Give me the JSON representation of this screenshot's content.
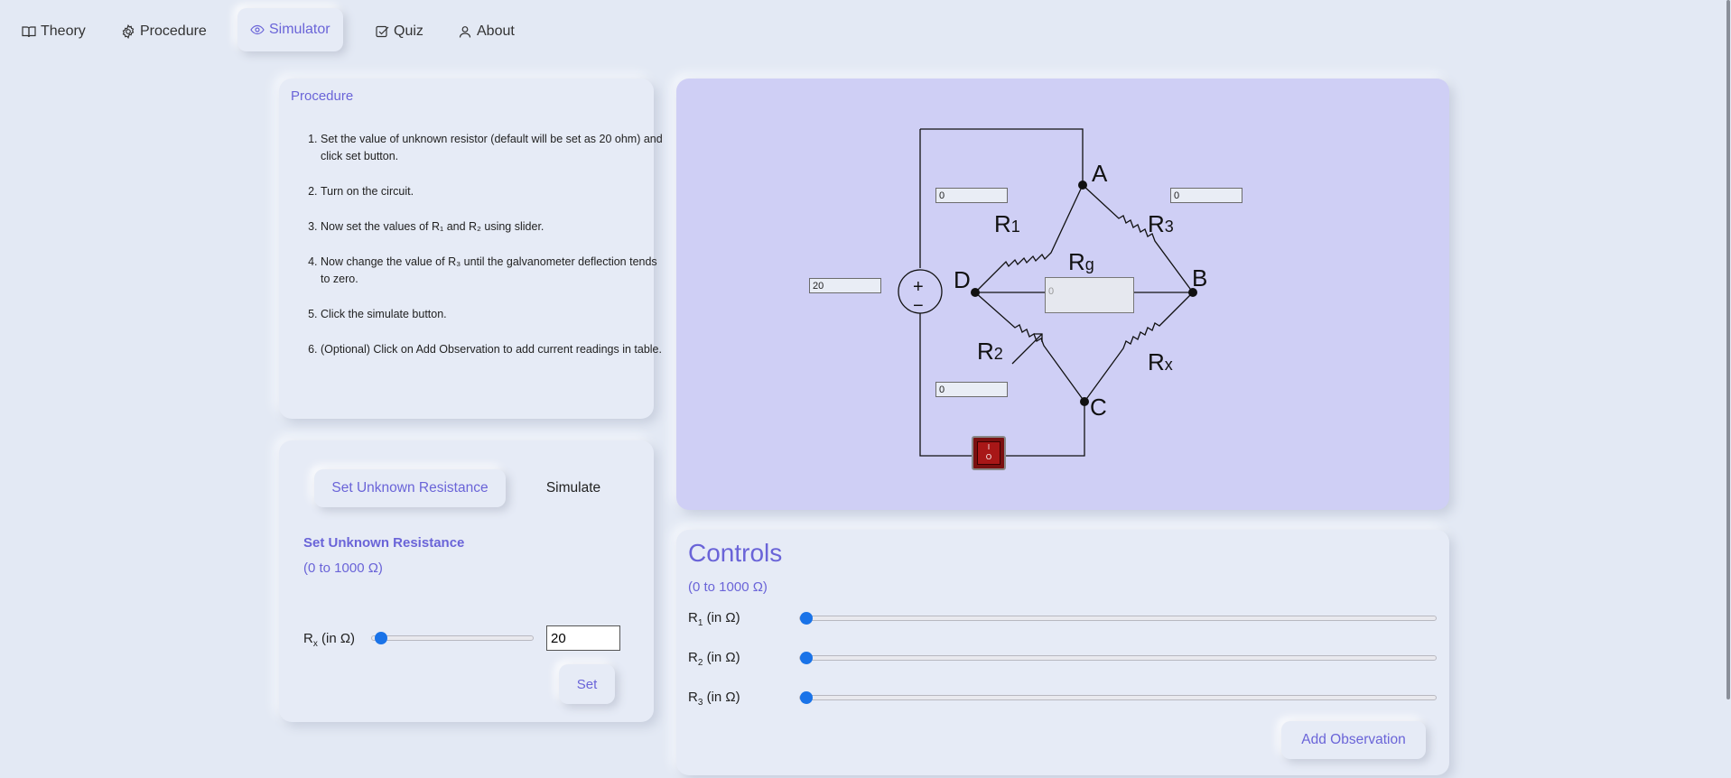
{
  "nav": {
    "items": [
      {
        "label": "Theory",
        "icon": "book-icon"
      },
      {
        "label": "Procedure",
        "icon": "gear-icon"
      },
      {
        "label": "Simulator",
        "icon": "eye-icon",
        "active": true
      },
      {
        "label": "Quiz",
        "icon": "checkbox-icon"
      },
      {
        "label": "About",
        "icon": "user-icon"
      }
    ]
  },
  "procedure": {
    "title": "Procedure",
    "steps": [
      "Set the value of unknown resistor (default will be set as 20 ohm) and click set button.",
      "Turn on the circuit.",
      "Now set the values of R₁ and R₂ using slider.",
      "Now change the value of R₃ until the galvanometer deflection tends to zero.",
      "Click the simulate button.",
      "(Optional) Click on Add Observation to add current readings in table."
    ]
  },
  "unknown": {
    "tab_set": "Set Unknown Resistance",
    "tab_simulate": "Simulate",
    "title": "Set Unknown Resistance",
    "range": "(0 to 1000 Ω)",
    "rx_label_main": "R",
    "rx_label_sub": "x",
    "rx_label_unit": " (in Ω)",
    "rx_value": "20",
    "rx_slider_fraction": 0.02,
    "set_label": "Set"
  },
  "circuit": {
    "source_value": "20",
    "r1_value": "0",
    "r2_value": "0",
    "r3_value": "0",
    "galvanometer_value": "0",
    "node_a": "A",
    "node_b": "B",
    "node_c": "C",
    "node_d": "D",
    "r1_main": "R",
    "r1_sub": "1",
    "r2_main": "R",
    "r2_sub": "2",
    "r3_main": "R",
    "r3_sub": "3",
    "rx_main": "R",
    "rx_sub": "x",
    "rg_main": "R",
    "rg_sub": "g",
    "source_plus": "+",
    "source_minus": "−",
    "switch_on": "I",
    "switch_off": "O"
  },
  "controls": {
    "title": "Controls",
    "range": "(0 to 1000 Ω)",
    "unit": " (in Ω)",
    "r1_sub": "1",
    "r2_sub": "2",
    "r3_sub": "3",
    "r_main": "R",
    "r1_fraction": 0,
    "r2_fraction": 0,
    "r3_fraction": 0,
    "add_label": "Add Observation"
  },
  "colors": {
    "accent": "#6a64d8",
    "background": "#e3e9f4",
    "circuit_bg": "#cfcff5",
    "slider_thumb": "#1a73e8"
  }
}
